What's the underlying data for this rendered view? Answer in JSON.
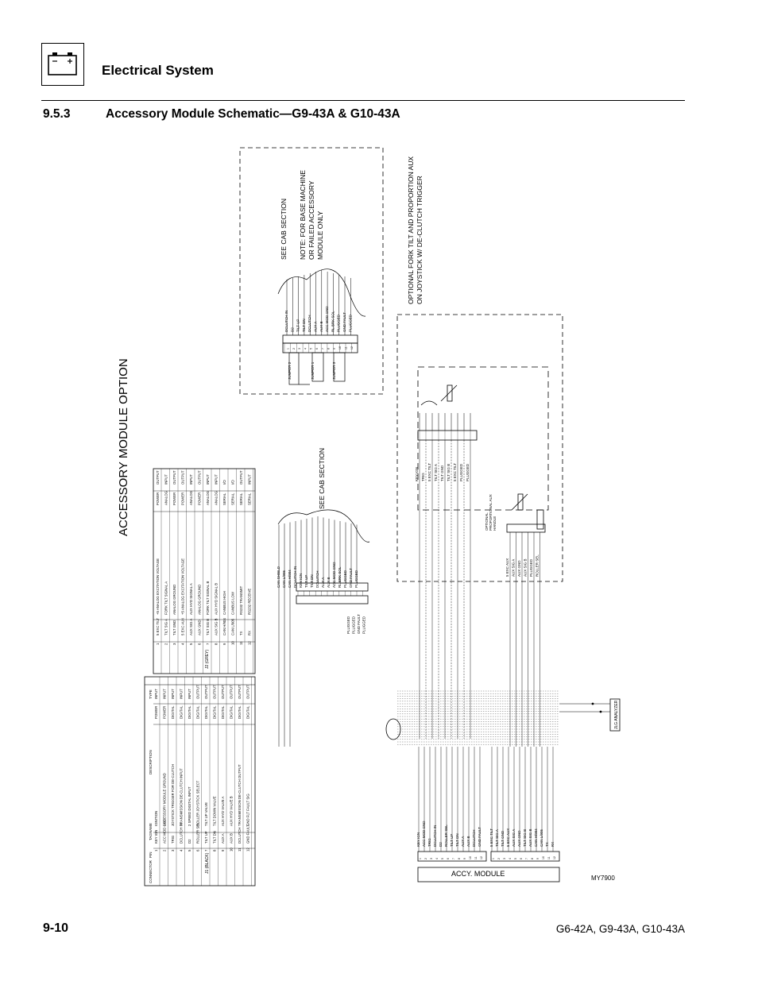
{
  "header": {
    "title": "Electrical System",
    "battery_icon": "battery-icon"
  },
  "section": {
    "number": "9.5.3",
    "title": "Accessory Module Schematic—G9-43A & G10-43A"
  },
  "diagram": {
    "side_title": "ACCESSORY MODULE OPTION",
    "drawing_id": "MY7900",
    "module_label": "ACCY. MODULE",
    "analyzer_label": "JLG ANALYZER",
    "cab_callout_top": "SEE CAB SECTION",
    "cab_note_lines": [
      "NOTE: FOR BASE MACHINE",
      "OR FAILED ACCESSORY",
      "MODULE ONLY"
    ],
    "cab_callout_mid": "SEE CAB SECTION",
    "optional_note_lines": [
      "OPTIONAL FORK TILT AND PROPORTION AUX",
      "ON JOYSTICK W/ DE-CLUTCH TRIGGER"
    ],
    "prop_aux_lines": [
      "OPTIONAL",
      "PROPORTIONAL AUX",
      "HANDLE"
    ],
    "j1_label": "J1 (BLACK)",
    "j2_label": "J2 (GREY)",
    "jumper_labels": [
      "JUMPER 2",
      "JUMPER 1",
      "JUMPER 3"
    ],
    "j1_headers": [
      "CONNECTOR",
      "PIN",
      "TAGNAME",
      "DESCRIPTION",
      "TYPE"
    ],
    "j1_rows": [
      [
        "1",
        "KEY IGN",
        "IGNITION",
        "POWER",
        "INPUT"
      ],
      [
        "2",
        "ACC MOD GND",
        "ACCESSORY MODULE GROUND",
        "POWER",
        "INPUT"
      ],
      [
        "3",
        "TRIG",
        "JOYSTICK TRIGGER FOR DE-CLUTCH",
        "DIGITAL",
        "INPUT"
      ],
      [
        "4",
        "DCLUTCH IN",
        "TRANSMISSION DE-CLUTCH INPUT",
        "DIGITAL",
        "INPUT"
      ],
      [
        "5",
        "D2",
        "2 SPEED DIGITAL INPUT",
        "DIGITAL",
        "INPUT"
      ],
      [
        "6",
        "ROLLER SEL",
        "ROLLER JOYSTICK SELECT",
        "DIGITAL",
        "OUTPUT"
      ],
      [
        "7",
        "TILT UP",
        "TILT UP VALVE",
        "DIGITAL",
        "OUTPUT"
      ],
      [
        "8",
        "TILT DN",
        "TILT DOWN VALVE",
        "DIGITAL",
        "OUTPUT"
      ],
      [
        "9",
        "AUX A",
        "AUX HYD VALVE A",
        "DIGITAL",
        "OUTPUT"
      ],
      [
        "10",
        "AUX B",
        "AUX HYD VALVE B",
        "DIGITAL",
        "OUTPUT"
      ],
      [
        "11",
        "DCLUTCH",
        "TRANSMISSION DE-CLUTCH OUTPUT",
        "DIGITAL",
        "OUTPUT"
      ],
      [
        "12",
        "GND FAULT",
        "GND FLT FAULT SIG",
        "DIGITAL",
        "OUTPUT"
      ]
    ],
    "j2_rows": [
      [
        "1",
        "5 EXC TILT",
        "+5 ANALOG EXCITATION VOLTAGE",
        "POWER",
        "OUTPUT"
      ],
      [
        "2",
        "TILT SIG A",
        "FORK TILT SIGNAL A",
        "ANALOG",
        "INPUT"
      ],
      [
        "3",
        "TILT GND",
        "ANALOG GROUND",
        "POWER",
        "OUTPUT"
      ],
      [
        "4",
        "5 EXC AUX",
        "+5 ANALOG EXCITATION VOLTAGE",
        "POWER",
        "OUTPUT"
      ],
      [
        "5",
        "AUX SIG A",
        "AUX HYD SIGNAL A",
        "ANALOG",
        "INPUT"
      ],
      [
        "6",
        "AUX GND",
        "ANALOG GROUND",
        "POWER",
        "OUTPUT"
      ],
      [
        "7",
        "TILT SIG B",
        "FORK TILT SIGNAL B",
        "ANALOG",
        "INPUT"
      ],
      [
        "8",
        "AUX SIG B",
        "AUX HYD SIGNAL B",
        "ANALOG",
        "INPUT"
      ],
      [
        "9",
        "CAN H/904",
        "CANBUS HIGH",
        "SERIAL",
        "I/O"
      ],
      [
        "10",
        "CAN L/905",
        "CANBUS LOW",
        "SERIAL",
        "I/O"
      ],
      [
        "11",
        "TX",
        "RS232 TRANSMIT",
        "SERIAL",
        "OUTPUT"
      ],
      [
        "12",
        "RX",
        "RS232 RECEIVE",
        "SERIAL",
        "INPUT"
      ]
    ],
    "cab_top_wires": [
      "DCLUTCH IN",
      "D2",
      "TILT UP",
      "TILT DN",
      "DCLUTCH",
      "AUX A",
      "AUX B",
      "ACC MOD GND",
      "RL BRK SOL",
      "PLUGGED",
      "GND FAULT",
      "PLUGGED"
    ],
    "cab_mid_wires": [
      "CAN SHIELD",
      "CAN L/905",
      "CAN H/904",
      "DCLUTCH IN",
      "KEY IGN",
      "TILT UP",
      "TILT DN",
      "DCLUTCH",
      "AUX A",
      "AUX B",
      "ACC MOD GND",
      "RL BRK SOL",
      "PLUGGED",
      "GND FAULT",
      "PLUGGED"
    ],
    "cab_mid_lower": [
      "PLUGGED",
      "PLUGGED",
      "GND FAULT",
      "PLUGGED"
    ],
    "joystick_wires": [
      "KEY IGN",
      "TRIG",
      "5 EXC TILT",
      "TILT SIG A",
      "TILT GND",
      "TILT SIG B",
      "5 EXC TILT",
      "PLUGGED",
      "PLUGGED"
    ],
    "aux_handle_wires": [
      "5 EXC AUX",
      "AUX SIG A",
      "AUX GND",
      "AUX SIG B",
      "PLUGGED",
      "ROLLER SEL"
    ],
    "module_j1_wires": [
      "KEY IGN",
      "ACC MOD GND",
      "TRIG",
      "DCLUTCH IN",
      "D2",
      "ROLLER SEL",
      "TILT UP",
      "TILT DN",
      "AUX A",
      "AUX B",
      "DCLUTCH",
      "GND FAULT"
    ],
    "module_j2_wires": [
      "5 EXC TILT",
      "TILT SIG A",
      "TILT GND",
      "5 EXC AUX",
      "AUX SIG A",
      "AUX GND",
      "TILT SIG B",
      "AUX SIG B",
      "CAN H/904",
      "CAN L/905",
      "TX",
      "RX"
    ],
    "pin_numbers": [
      "1",
      "2",
      "3",
      "4",
      "5",
      "6",
      "7",
      "8",
      "9",
      "10",
      "11",
      "12"
    ]
  },
  "footer": {
    "page_number": "9-10",
    "models": "G6-42A, G9-43A, G10-43A"
  }
}
